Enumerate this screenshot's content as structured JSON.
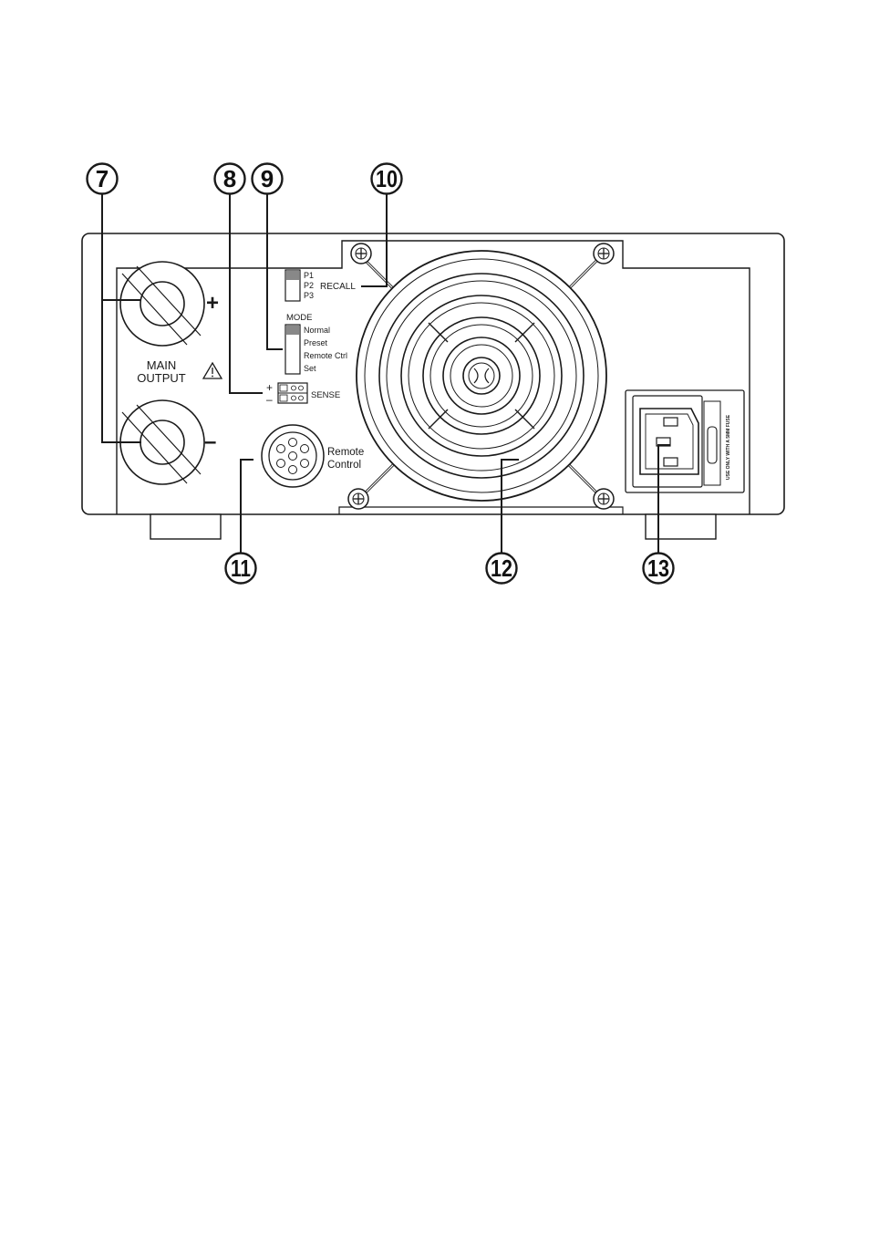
{
  "callouts": [
    "7",
    "8",
    "9",
    "10",
    "11",
    "12",
    "13"
  ],
  "output": {
    "plus": "+",
    "minus": "–",
    "label_line1": "MAIN",
    "label_line2": "OUTPUT",
    "warning_icon": "warning-triangle-icon"
  },
  "recall": {
    "label": "RECALL",
    "positions": [
      "P1",
      "P2",
      "P3"
    ]
  },
  "mode": {
    "title": "MODE",
    "positions": [
      "Normal",
      "Preset",
      "Remote Ctrl",
      "Set"
    ]
  },
  "sense": {
    "label": "SENSE",
    "plus": "+",
    "minus": "–"
  },
  "remote": {
    "label_line1": "Remote",
    "label_line2": "Control"
  },
  "power_inlet": {
    "fuse_text": "USE ONLY WITH A 5MM FUSE"
  },
  "icons": {
    "fan": "fan-grille-icon",
    "screw": "screw-icon",
    "terminal": "binding-post-icon",
    "din": "din-socket-icon",
    "iec": "iec-inlet-icon"
  }
}
